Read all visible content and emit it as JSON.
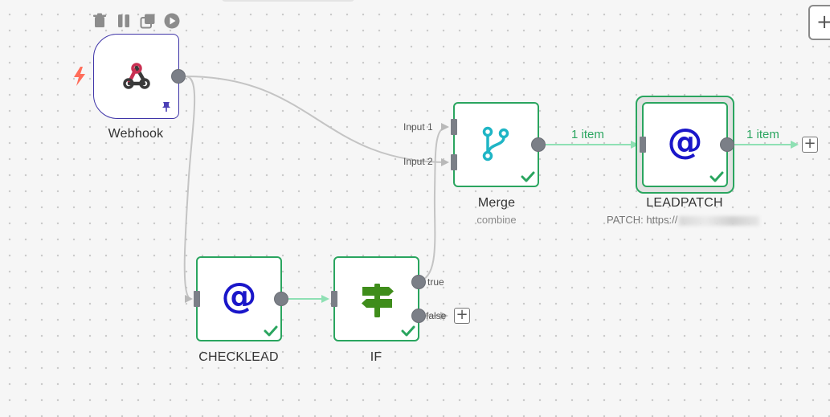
{
  "toolbar": {
    "icons": [
      "trash-icon",
      "pause-icon",
      "duplicate-icon",
      "play-icon"
    ]
  },
  "nodes": {
    "webhook": {
      "name": "Webhook",
      "icon": "webhook-icon",
      "pinned": true,
      "trigger_icon": "lightning-icon"
    },
    "merge": {
      "name": "Merge",
      "subtitle": "combine",
      "icon": "merge-branch-icon",
      "inputs": [
        "Input 1",
        "Input 2"
      ],
      "status": "success"
    },
    "leadpatch": {
      "name": "LEADPATCH",
      "subtitle_prefix": "PATCH: https://",
      "icon": "at-sign-icon",
      "status": "success"
    },
    "checklead": {
      "name": "CHECKLEAD",
      "icon": "at-sign-icon",
      "status": "success"
    },
    "if": {
      "name": "IF",
      "icon": "signpost-icon",
      "outputs": [
        "true",
        "false"
      ],
      "status": "success"
    }
  },
  "edges": {
    "merge_to_leadpatch": "1 item",
    "leadpatch_out": "1 item"
  },
  "glyphs": {
    "at": "@",
    "plus": "+"
  },
  "colors": {
    "success": "#2aa55f",
    "trigger_border": "#3f35a8",
    "webhook_red": "#e8384f",
    "merge_teal": "#1fb5c5",
    "at_blue": "#1a16c9",
    "if_green": "#3f8d1b",
    "lightning": "#ff6d5a"
  }
}
